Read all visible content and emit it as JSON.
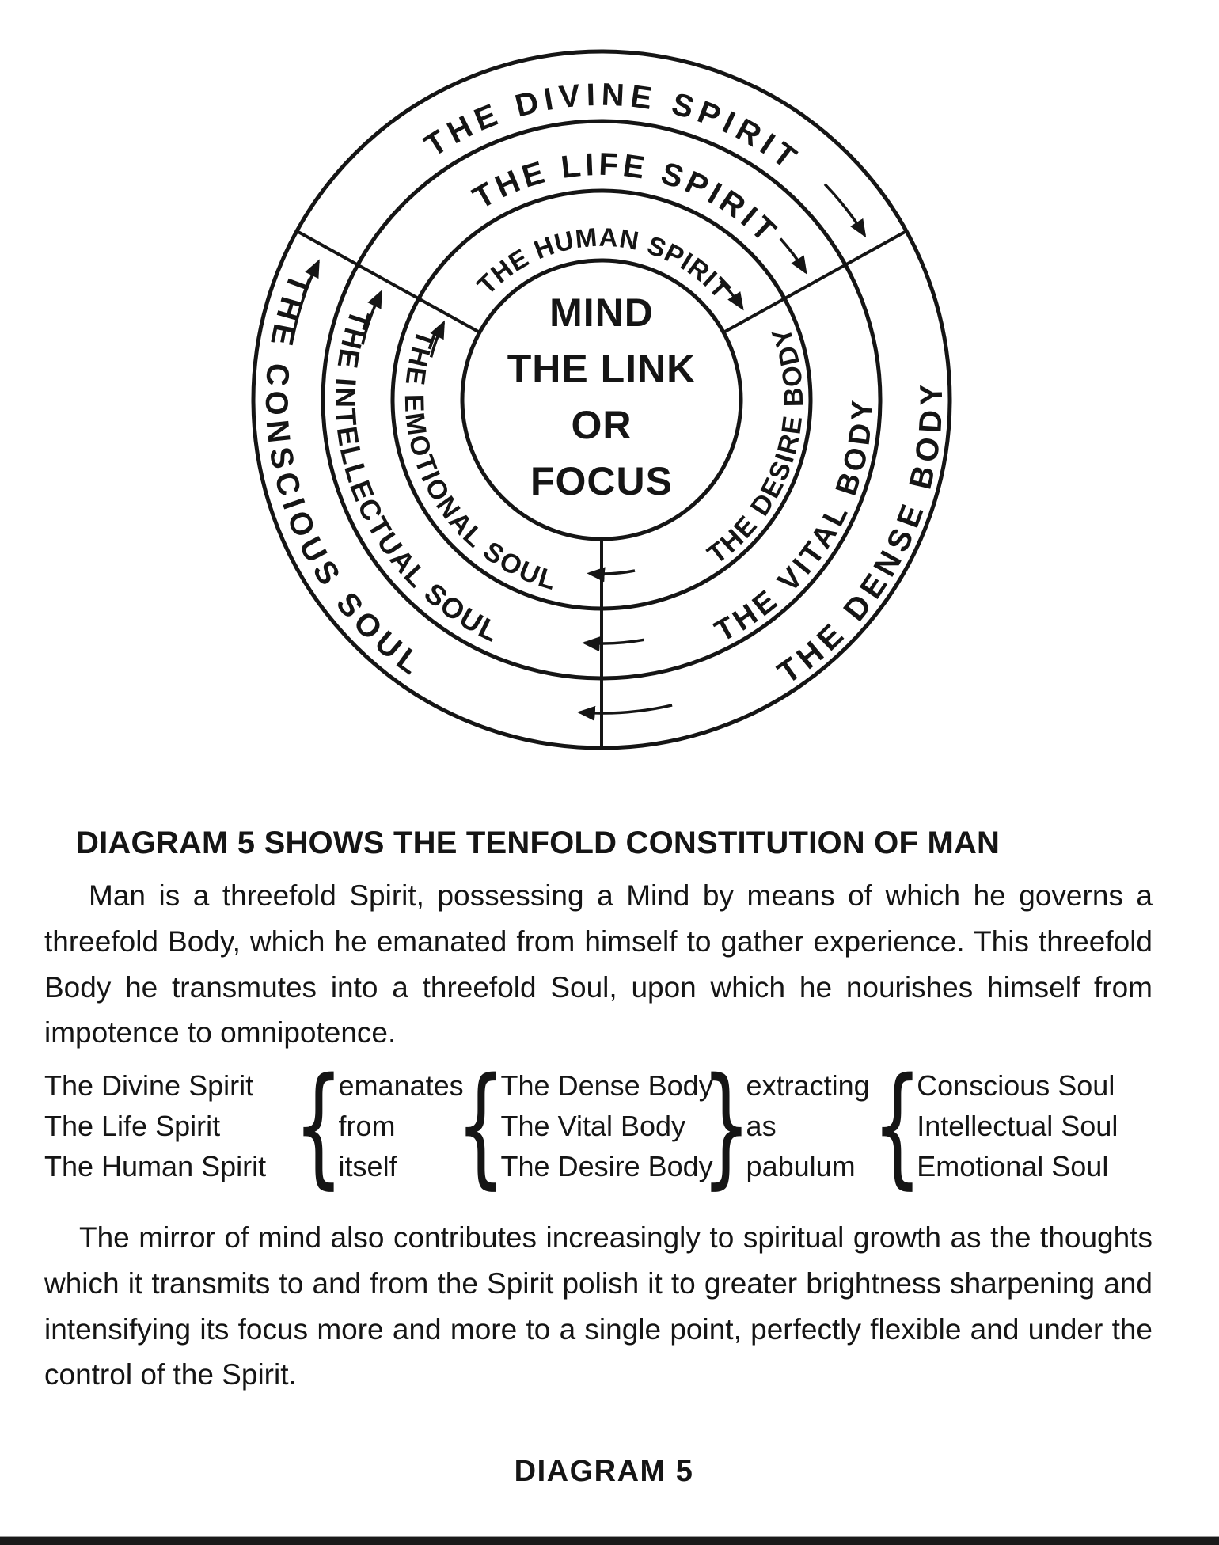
{
  "page": {
    "ink": "#151515",
    "background": "#ffffff"
  },
  "diagram": {
    "center_lines": [
      "MIND",
      "THE LINK",
      "OR",
      "FOCUS"
    ],
    "spirit_ring": [
      "THE DIVINE SPIRIT",
      "THE LIFE SPIRIT",
      "THE HUMAN SPIRIT"
    ],
    "soul_ring": [
      "THE CONSCIOUS SOUL",
      "THE INTELLECTUAL SOUL",
      "THE EMOTIONAL SOUL"
    ],
    "body_ring": [
      "THE DENSE BODY",
      "THE VITAL BODY",
      "THE DESIRE BODY"
    ]
  },
  "heading": "DIAGRAM 5 SHOWS THE TENFOLD CONSTITUTION OF MAN",
  "para1": "Man is a threefold Spirit, possessing a Mind by means of which he governs a threefold Body, which he emanated from himself to gather experience. This threefold Body he transmutes into a threefold Soul, upon which he nourishes himself from impotence to omnipotence.",
  "formula": {
    "open_brace": "{",
    "close_brace": "}",
    "spirits": [
      "The Divine Spirit",
      "The Life Spirit",
      "The Human Spirit"
    ],
    "emanates": [
      "emanates",
      "from",
      "itself"
    ],
    "bodies": [
      "The Dense Body",
      "The Vital Body",
      "The Desire Body"
    ],
    "extracting": [
      "extracting",
      "as",
      "pabulum"
    ],
    "souls": [
      "Conscious Soul",
      "Intellectual Soul",
      "Emotional Soul"
    ]
  },
  "para2": "The mirror of mind also contributes increasingly to spiritual growth as the thoughts which it transmits to and from the Spirit polish it to greater brightness sharpening and intensifying its focus more and more to a single point, perfectly flexible and under the control of the Spirit.",
  "footer": "DIAGRAM 5"
}
